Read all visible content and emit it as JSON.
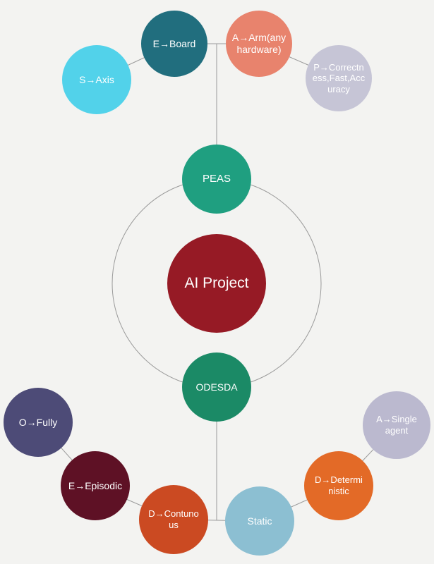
{
  "diagram": {
    "center": "AI Project",
    "hubs": {
      "top": "PEAS",
      "bottom": "ODESDA"
    },
    "peas_items": {
      "environment": "E→Board",
      "actuators": "A→Arm(any hardware)",
      "sensors": "S→Axis",
      "performance": "P→Correctness,Fast,Accuracy"
    },
    "odesda_items": {
      "observable": "O→Fully",
      "episodic": "E→Episodic",
      "dynamic": "D→Contunous",
      "static": "Static",
      "deterministic": "D→Deterministic",
      "agents": "A→Single agent"
    },
    "colors": {
      "background": "#f3f3f1",
      "center": "#961a25",
      "peas": "#1f9f80",
      "odesda": "#1b8a66",
      "connector": "#9a9a9a"
    }
  }
}
